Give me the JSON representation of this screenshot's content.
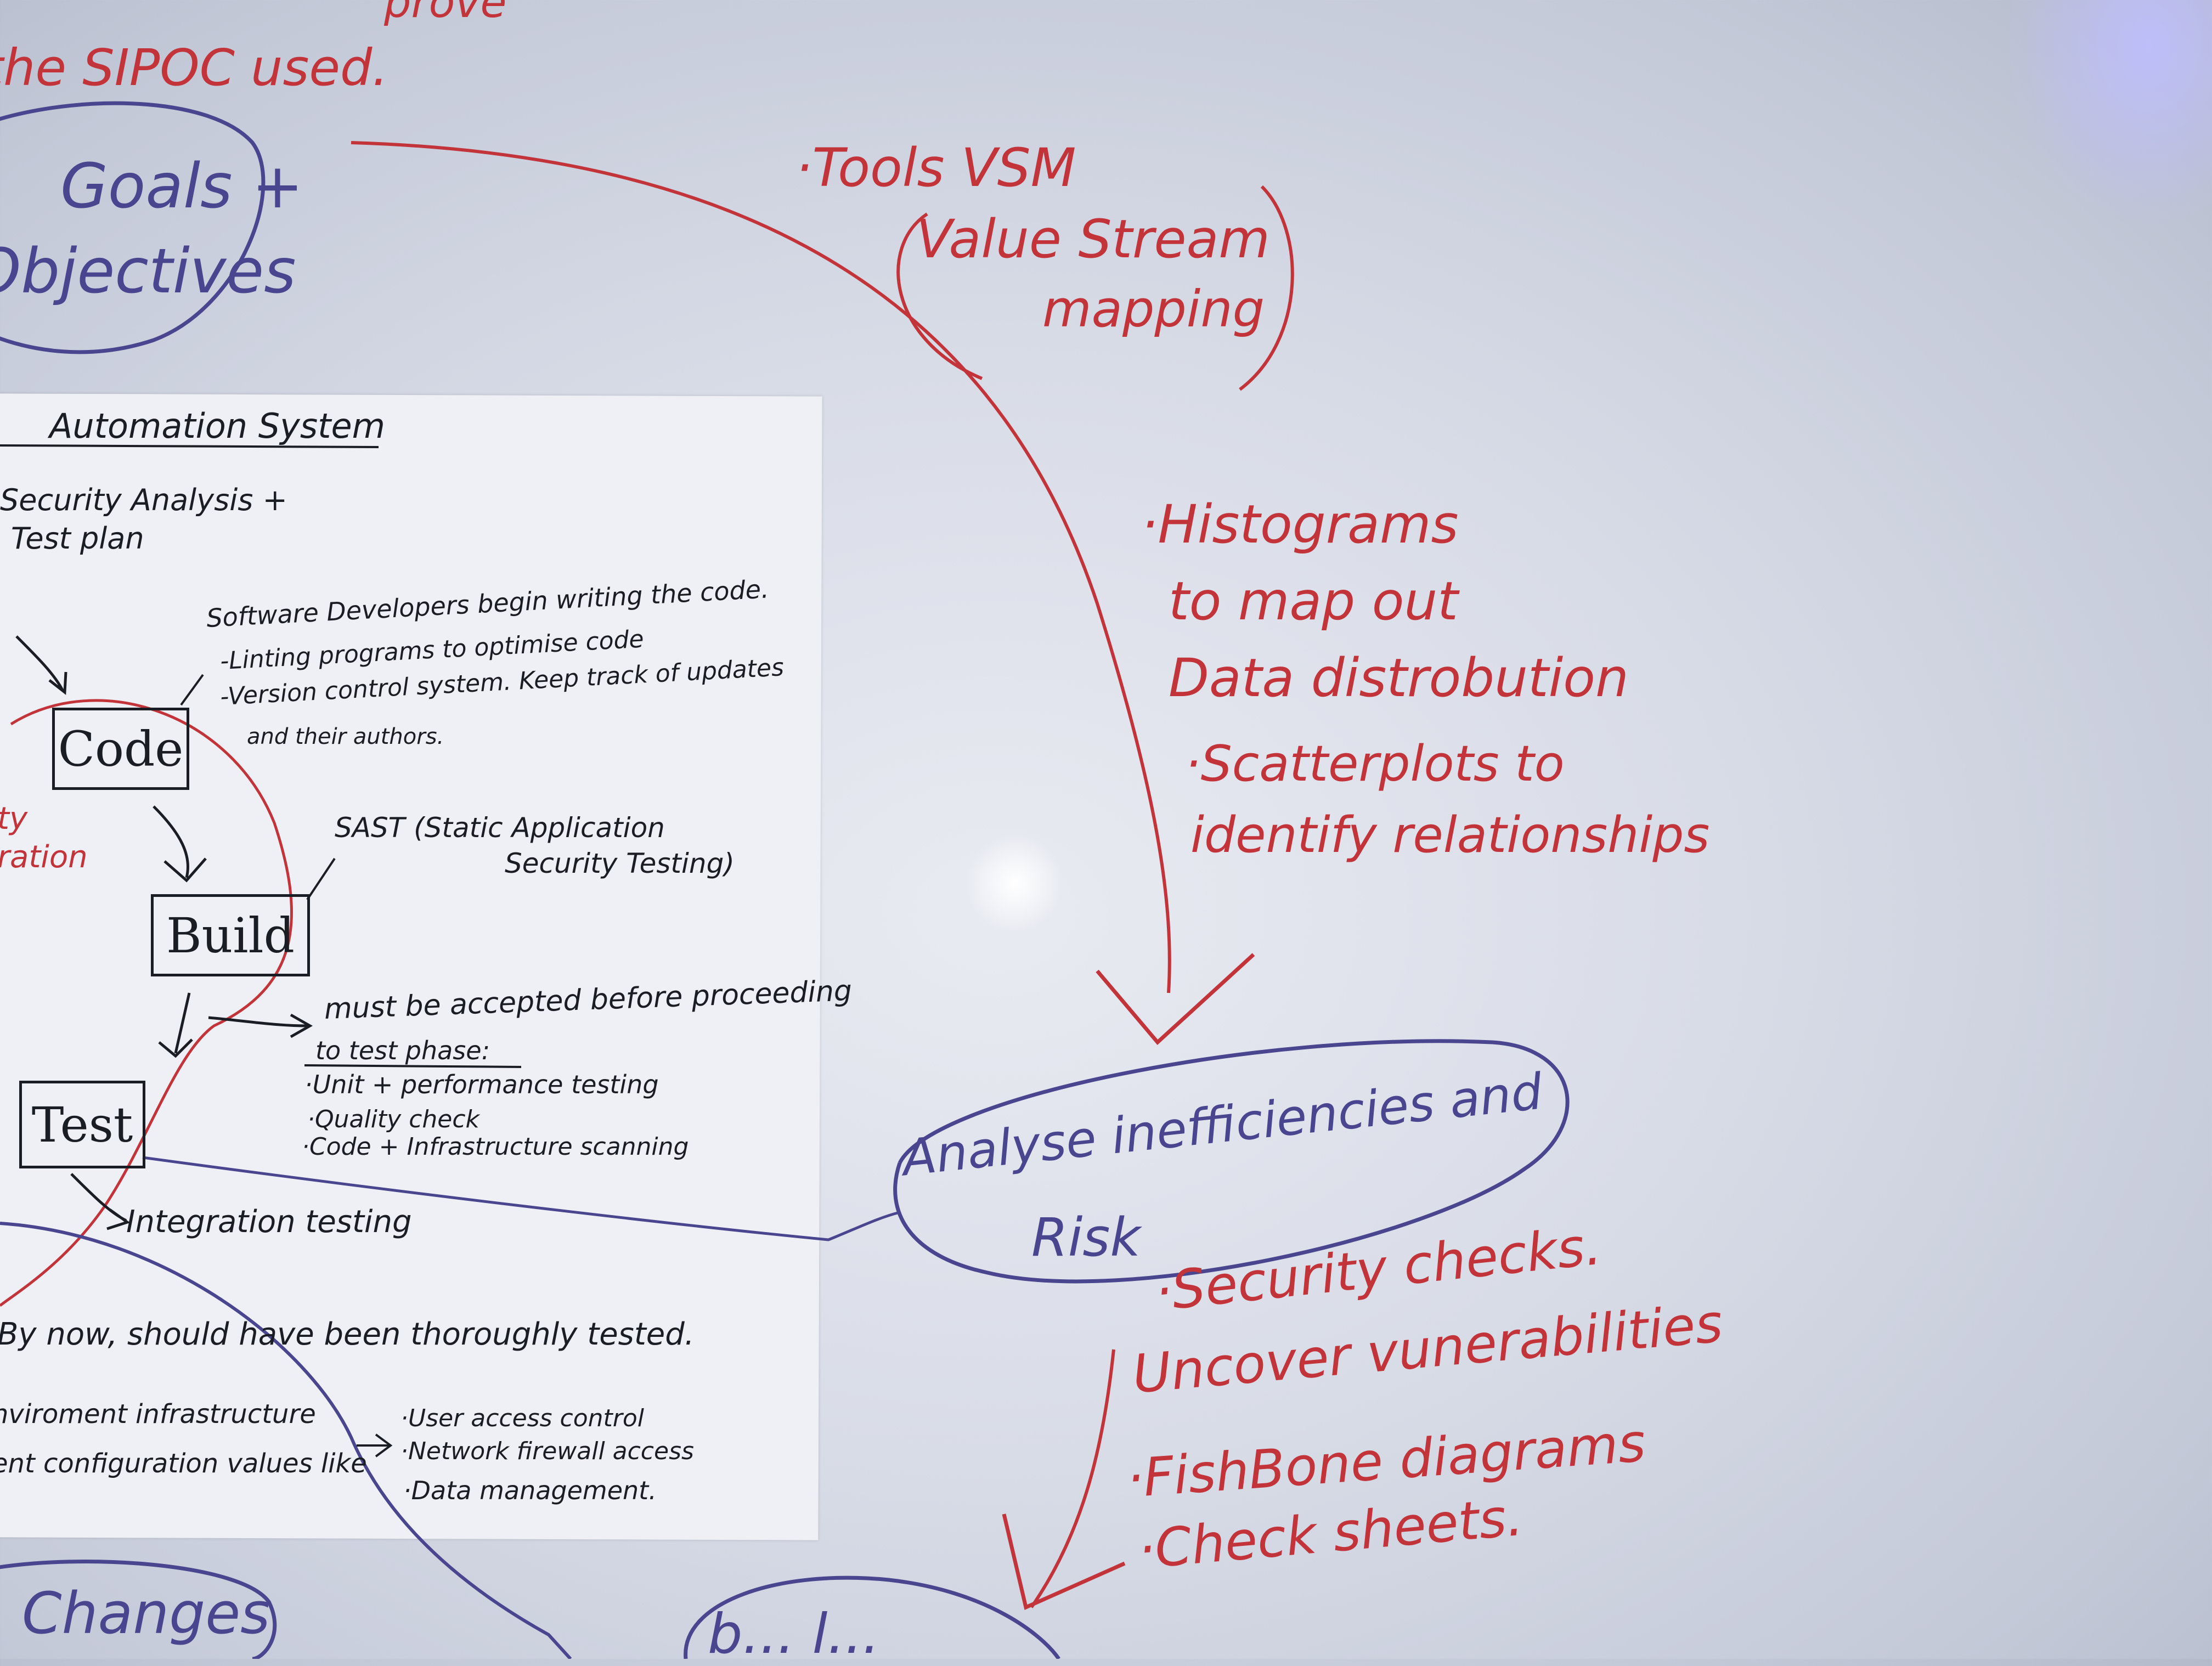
{
  "whiteboard": {
    "top_fragment": "prove",
    "sipoc_line": "the SIPOC used.",
    "goals_bubble": [
      "Goals +",
      "Objectives"
    ],
    "changes_bubble": "Changes",
    "tools_vsm": {
      "heading": "·Tools VSM",
      "paren_line1": "Value Stream",
      "paren_line2": "mapping"
    },
    "histograms": [
      "·Histograms",
      "to map out",
      "Data distrobution"
    ],
    "scatterplots": [
      "·Scatterplots to",
      "identify relationships"
    ],
    "analyse_bubble": [
      "Analyse inefficiencies and",
      "Risk"
    ],
    "security_checks": [
      "·Security checks.",
      "Uncover vunerabilities"
    ],
    "fishbone": "·FishBone diagrams",
    "check_sheets": "·Check sheets.",
    "bottom_fragment": "b... l..."
  },
  "paper": {
    "title": "Automation System",
    "security_analysis": [
      "Security Analysis +",
      "Test plan"
    ],
    "red_margin_note": [
      "ty",
      "ration"
    ],
    "code_box": "Code",
    "build_box": "Build",
    "test_box": "Test",
    "code_notes": [
      "Software Developers begin writing the code.",
      "-Linting programs to optimise code",
      "-Version control system. Keep track of updates",
      "and their authors."
    ],
    "sast_note": [
      "SAST (Static Application",
      "Security Testing)"
    ],
    "build_notes": [
      "must be accepted before proceeding",
      "to test phase:",
      "·Unit + performance testing",
      "·Quality check",
      "·Code + Infrastructure scanning"
    ],
    "integration_testing": "Integration testing",
    "thoroughly_tested": "By now, should have been thoroughly tested.",
    "environment_notes": [
      "nviroment infrastructure",
      "ent configuration values like"
    ],
    "access_list": [
      "·User access control",
      "·Network firewall access",
      "·Data management."
    ]
  },
  "colors": {
    "marker_red": "#c2343a",
    "marker_blue": "#49458f",
    "pen_black": "#1b1d24"
  }
}
